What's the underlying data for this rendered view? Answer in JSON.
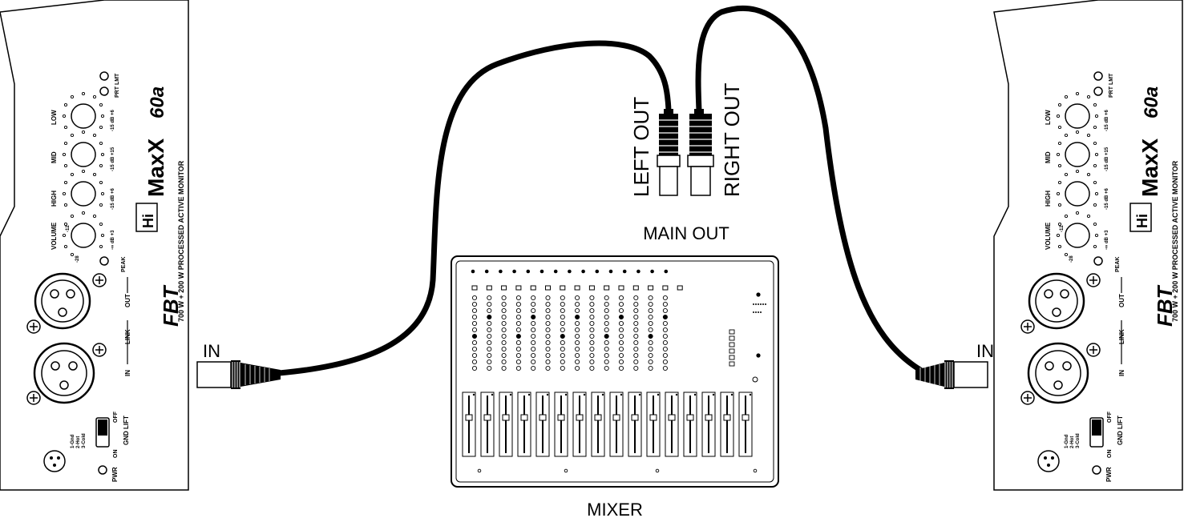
{
  "labels": {
    "main_out": "MAIN OUT",
    "left_out": "LEFT OUT",
    "right_out": "RIGHT OUT",
    "mixer": "MIXER",
    "in_left": "IN",
    "in_right": "IN"
  },
  "monitor": {
    "brand": "FBT",
    "logo_hi": "Hi",
    "model": "MaxX",
    "model_num": "60a",
    "subtitle": "700 W + 200 W  PROCESSED ACTIVE MONITOR",
    "knob_labels": [
      "VOLUME",
      "HIGH",
      "MID",
      "LOW"
    ],
    "knob_scales": [
      "-∞  dB  +3",
      "-15  dB  +6",
      "-15  dB  +15",
      "-15  dB  +6"
    ],
    "vol_marks": [
      "-12",
      "-28"
    ],
    "peak": "PEAK",
    "prt_lmt": "PRT LMT",
    "out": "OUT",
    "link": "LINK",
    "in": "IN",
    "gnd_lift": "GND LIFT",
    "on": "ON",
    "off": "OFF",
    "pwr": "PWR",
    "pin_legend": [
      "1-Gnd",
      "2-Hot",
      "3-Cold"
    ]
  }
}
